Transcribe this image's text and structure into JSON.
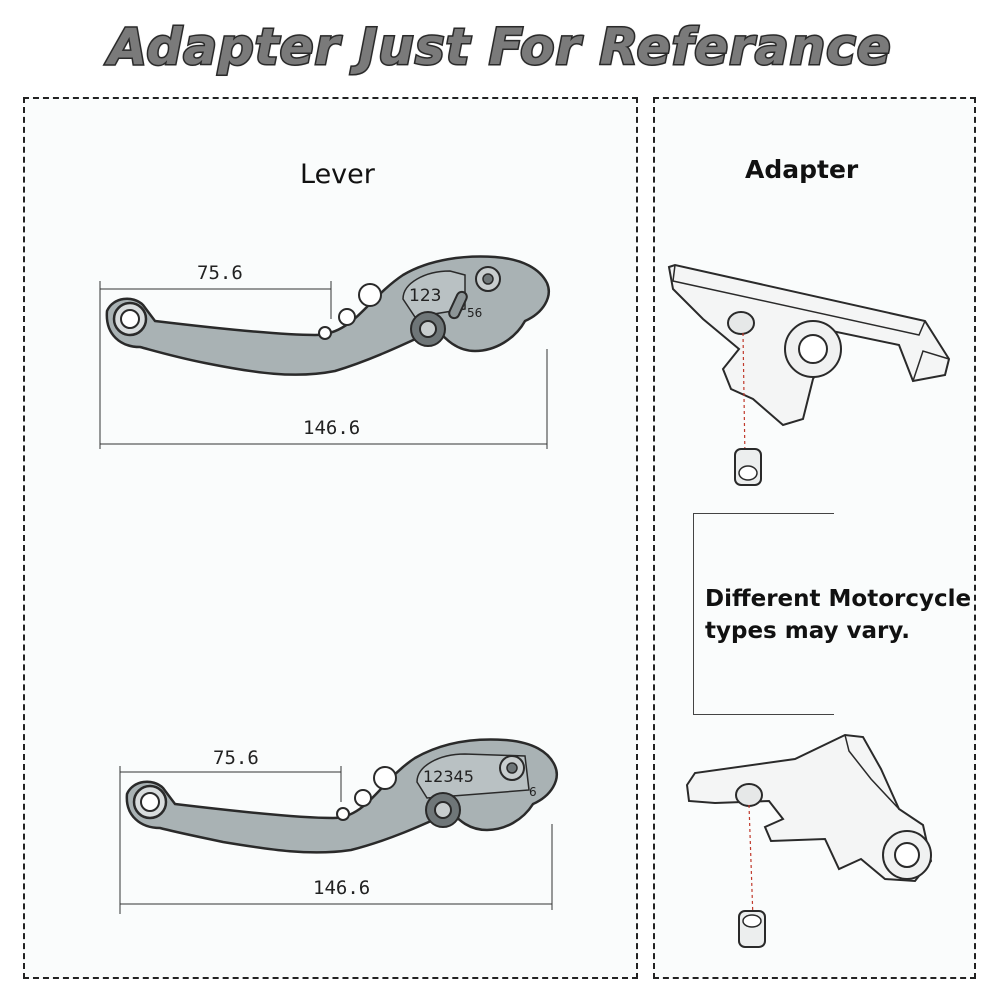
{
  "title": "Adapter Just For Referance",
  "lever_panel": {
    "heading": "Lever",
    "top_lever": {
      "short_dim": "75.6",
      "long_dim": "146.6",
      "scale_digits": "123",
      "side_digits": "56"
    },
    "bottom_lever": {
      "short_dim": "75.6",
      "long_dim": "146.6",
      "scale_digits": "12345",
      "side_digits": "6"
    }
  },
  "adapter_panel": {
    "heading": "Adapter",
    "note_line1": "Different Motorcycle",
    "note_line2": "types may vary."
  },
  "colors": {
    "lever_fill": "#a9b2b4",
    "outline": "#2a2a2a",
    "title_fill": "#7a7a7a",
    "dashed_border": "#222222",
    "guide_red": "#c0392b"
  }
}
